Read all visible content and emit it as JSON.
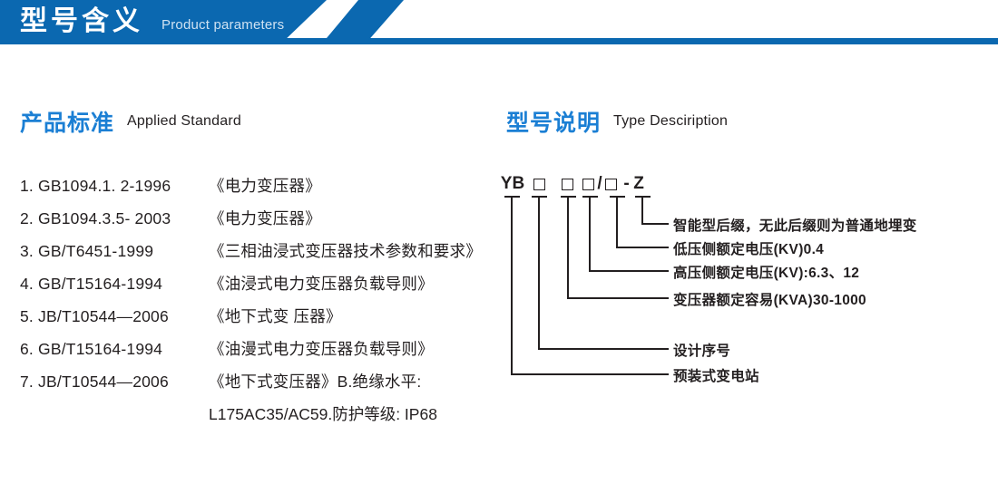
{
  "banner": {
    "title_cn": "型号含义",
    "title_en": "Product parameters",
    "accent_color": "#0b68b0"
  },
  "sections": {
    "standard": {
      "title_cn": "产品标准",
      "title_en": "Applied Standard",
      "heading_color": "#1b7fd4"
    },
    "type": {
      "title_cn": "型号说明",
      "title_en": "Type Desciription",
      "heading_color": "#1b7fd4"
    }
  },
  "standards": [
    {
      "code": "1. GB1094.1. 2-1996",
      "name": "《电力变压器》"
    },
    {
      "code": "2. GB1094.3.5- 2003",
      "name": "《电力变压器》"
    },
    {
      "code": "3. GB/T6451-1999",
      "name": "《三相油浸式变压器技术参数和要求》"
    },
    {
      "code": "4. GB/T15164-1994",
      "name": "《油浸式电力变压器负载导则》"
    },
    {
      "code": "5. JB/T10544—2006",
      "name": "《地下式变 压器》"
    },
    {
      "code": "6. GB/T15164-1994",
      "name": "《油漫式电力变压器负载导则》"
    },
    {
      "code": "7. JB/T10544—2006",
      "name": "《地下式变压器》B.绝缘水平:"
    }
  ],
  "standards_continuation": "L175AC35/AC59.防护等级: IP68",
  "type_code": {
    "prefix": "YB",
    "box1": "□",
    "box2": "□",
    "box3": "□",
    "slash": "/",
    "box4": "□",
    "dash": "-",
    "suffix": "Z"
  },
  "annotations": [
    {
      "id": "smart-suffix",
      "label": "智能型后缀，无此后缀则为普通地埋变"
    },
    {
      "id": "lv-voltage",
      "label": "低压侧额定电压(KV)0.4"
    },
    {
      "id": "hv-voltage",
      "label": "高压侧额定电压(KV):6.3、12"
    },
    {
      "id": "rated-capacity",
      "label": "变压器额定容易(KVA)30-1000"
    },
    {
      "id": "design-serial",
      "label": "设计序号"
    },
    {
      "id": "prefab-substation",
      "label": "预装式变电站"
    }
  ]
}
